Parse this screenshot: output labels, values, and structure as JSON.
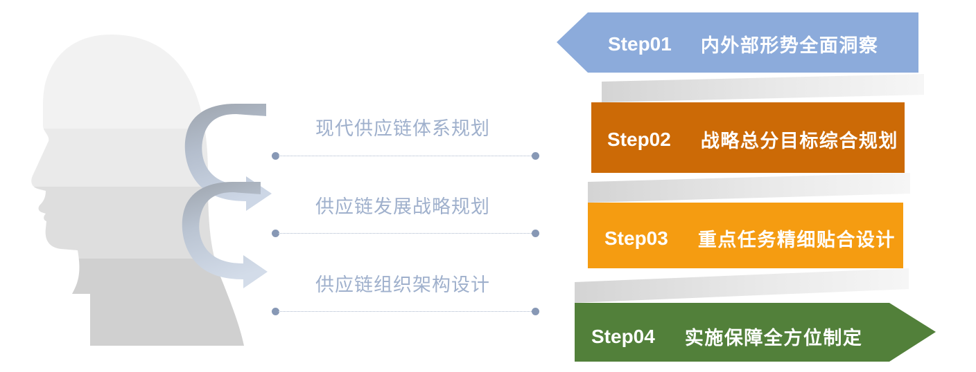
{
  "illustration": {
    "name": "head-profile-silhouette",
    "band_colors": [
      "#F2F2F2",
      "#E8E8E8",
      "#DCDCDC",
      "#CFCFCF"
    ],
    "arrow_gradient": [
      "#A0A6AE",
      "#C9D3E2"
    ]
  },
  "middle": {
    "labels": [
      "现代供应链体系规划",
      "供应链发展战略规划",
      "供应链组织架构设计"
    ],
    "label_color": "#9FB0CC",
    "dot_color": "#8798B5",
    "dash_color": "#A9B6CC",
    "connector_count": 3
  },
  "steps": [
    {
      "num": "Step01",
      "desc": "内外部形势全面洞察",
      "color": "#8CABDB",
      "shape": "chevron-left-notch"
    },
    {
      "num": "Step02",
      "desc": "战略总分目标综合规划",
      "color": "#CC6A06",
      "shape": "rectangle"
    },
    {
      "num": "Step03",
      "desc": "重点任务精细贴合设计",
      "color": "#F59C11",
      "shape": "rectangle"
    },
    {
      "num": "Step04",
      "desc": "实施保障全方位制定",
      "color": "#52803A",
      "shape": "arrow-right-tip"
    }
  ],
  "connectors": {
    "name": "slanted-ribbon",
    "gradient_from": "#D5D5D5",
    "gradient_to": "#F4F4F4",
    "count": 3
  }
}
